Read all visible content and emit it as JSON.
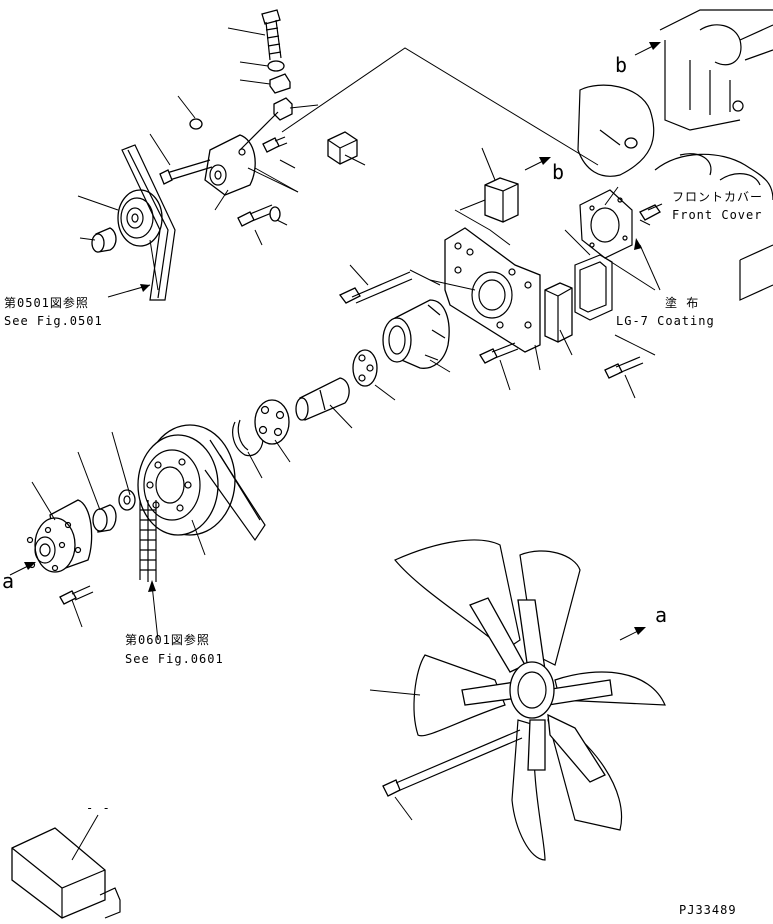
{
  "labels": {
    "ref_0501_jp": "第0501図参照",
    "ref_0501_en": "See Fig.0501",
    "ref_0601_jp": "第0601図参照",
    "ref_0601_en": "See Fig.0601",
    "front_cover_jp": "フロントカバー",
    "front_cover_en": "Front Cover",
    "coating_jp": "塗 布",
    "coating_en": "LG-7 Coating",
    "marker_a_left": "a",
    "marker_a_right": "a",
    "marker_b_top": "b",
    "marker_b_mid": "b",
    "drawing_number": "PJ33489",
    "dash_marks": "- -"
  }
}
